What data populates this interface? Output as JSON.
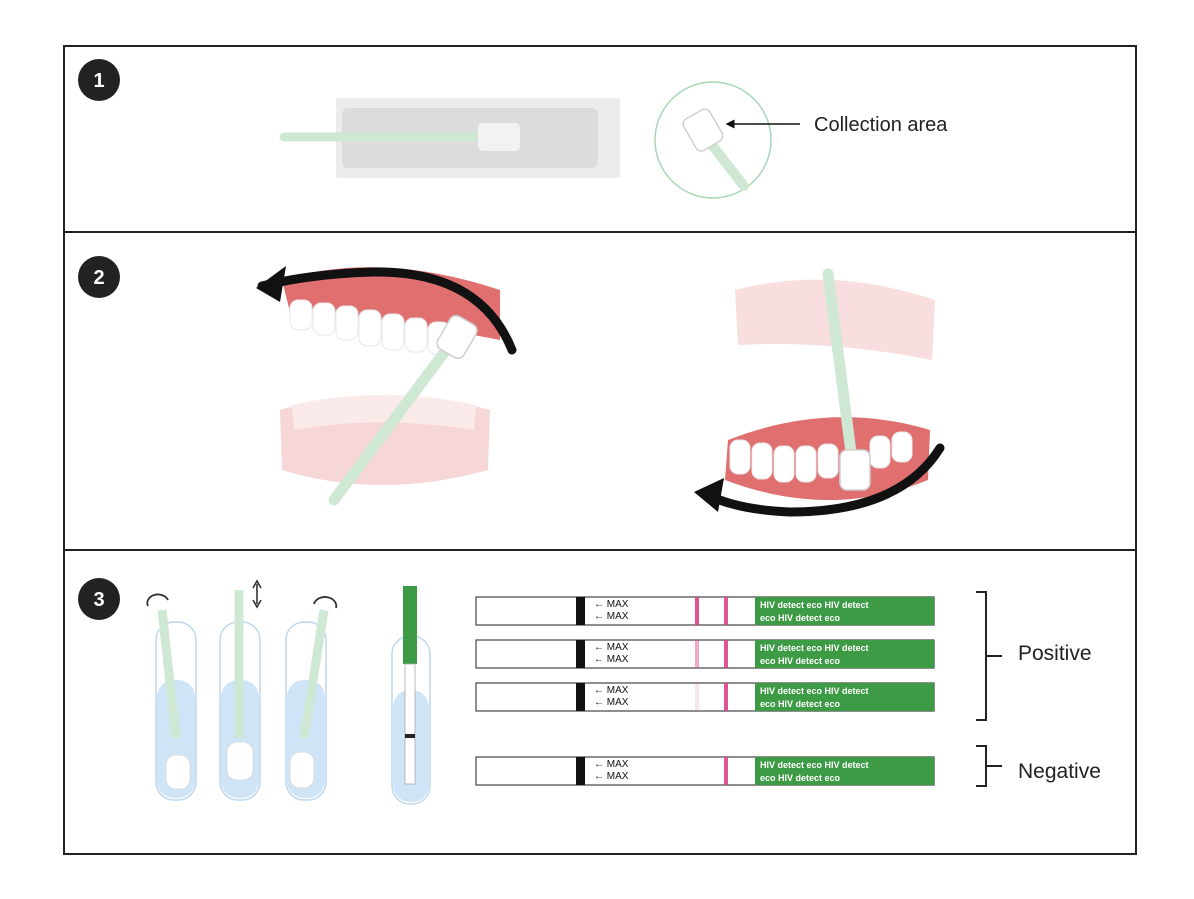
{
  "steps": [
    {
      "number": "1",
      "collection_label": "Collection area"
    },
    {
      "number": "2"
    },
    {
      "number": "3",
      "strip_marker": "MAX",
      "strip_brand": [
        "HIV detect",
        "eco"
      ],
      "positive_label": "Positive",
      "negative_label": "Negative"
    }
  ],
  "colors": {
    "swab_green": "#cfe8d4",
    "gum_pink": "#e0706f",
    "strip_green": "#3d9a45",
    "test_line": "#d9438a",
    "tube_blue": "#cfe4f6"
  },
  "icons": [
    "rotate-arrow-icon",
    "up-down-arrow-icon",
    "direction-arrow-icon",
    "bracket-icon"
  ]
}
